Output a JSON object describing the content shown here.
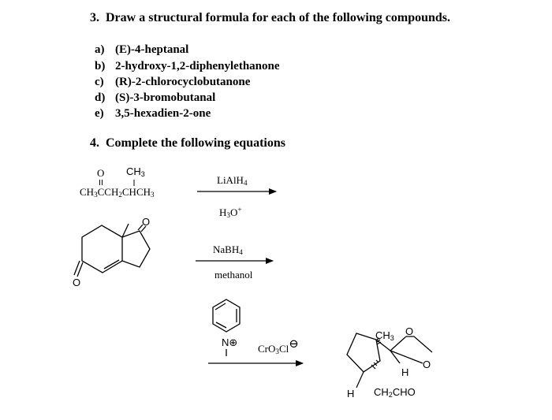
{
  "question3": {
    "heading": "3.  Draw a structural formula for each of the following compounds.",
    "items": [
      {
        "label": "a)",
        "text": "(E)-4-heptanal"
      },
      {
        "label": "b)",
        "text": "2-hydroxy-1,2-diphenylethanone"
      },
      {
        "label": "c)",
        "text": "(R)-2-chlorocyclobutanone"
      },
      {
        "label": "d)",
        "text": "(S)-3-bromobutanal"
      },
      {
        "label": "e)",
        "text": "3,5-hexadien-2-one"
      }
    ]
  },
  "question4": {
    "heading": "4.  Complete the following equations",
    "reaction1": {
      "top_o": "O",
      "top_ch3": "CH",
      "top_ch3_sub": "3",
      "formula_parts": [
        "CH",
        "3",
        "CCH",
        "2",
        "CHCH",
        "3"
      ],
      "reagent_top": "LiAlH",
      "reagent_top_sub": "4",
      "reagent_bottom": "H",
      "reagent_bottom_sub": "3",
      "reagent_bottom_tail": "O",
      "reagent_bottom_sup": "+"
    },
    "reaction2": {
      "ketone_o_top": "O",
      "ketone_o_left": "O",
      "reagent_top": "NaBH",
      "reagent_top_sub": "4",
      "reagent_bottom": "methanol"
    },
    "reaction3": {
      "pyridinium_n": "N⊕",
      "reagent": "CrO",
      "reagent_sub": "3",
      "reagent_tail": "Cl",
      "reagent_charge": "⊖",
      "product_ch3": "CH",
      "product_ch3_sub": "3",
      "product_o_top": "O",
      "product_o_right": "O",
      "product_h_right": "H",
      "product_h_left": "H",
      "product_ch2cho_a": "CH",
      "product_ch2cho_sub": "2",
      "product_ch2cho_b": "CHO"
    }
  }
}
